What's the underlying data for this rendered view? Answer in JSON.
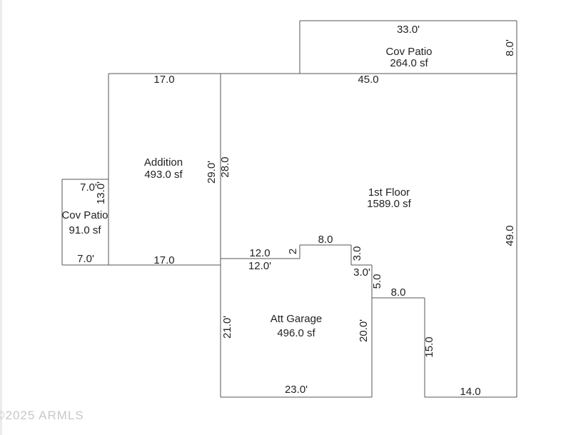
{
  "rooms": {
    "cov_patio_top": {
      "name": "Cov Patio",
      "area": "264.0 sf",
      "top": "33.0'",
      "right": "8.0'"
    },
    "addition": {
      "name": "Addition",
      "area": "493.0 sf",
      "top": "17.0",
      "bottom": "17.0",
      "right": "29.0'"
    },
    "cov_patio_left": {
      "name": "Cov Patio",
      "area": "91.0 sf",
      "top": "7.0'",
      "bottom": "7.0'",
      "right": "13.0'"
    },
    "first_floor": {
      "name": "1st Floor",
      "area": "1589.0 sf",
      "top": "45.0",
      "left": "28.0",
      "right": "49.0",
      "step1": "12.0",
      "step2": "2",
      "step3": "8.0",
      "step4": "3.0",
      "step5": "5.0",
      "step6": "8.0",
      "step7": "15.0",
      "bottom": "14.0"
    },
    "att_garage": {
      "name": "Att Garage",
      "area": "496.0 sf",
      "top": "12.0'",
      "step": "3.0'",
      "left": "21.0'",
      "right": "20.0'",
      "bottom": "23.0'"
    }
  },
  "watermark": "©2025 ARMLS"
}
